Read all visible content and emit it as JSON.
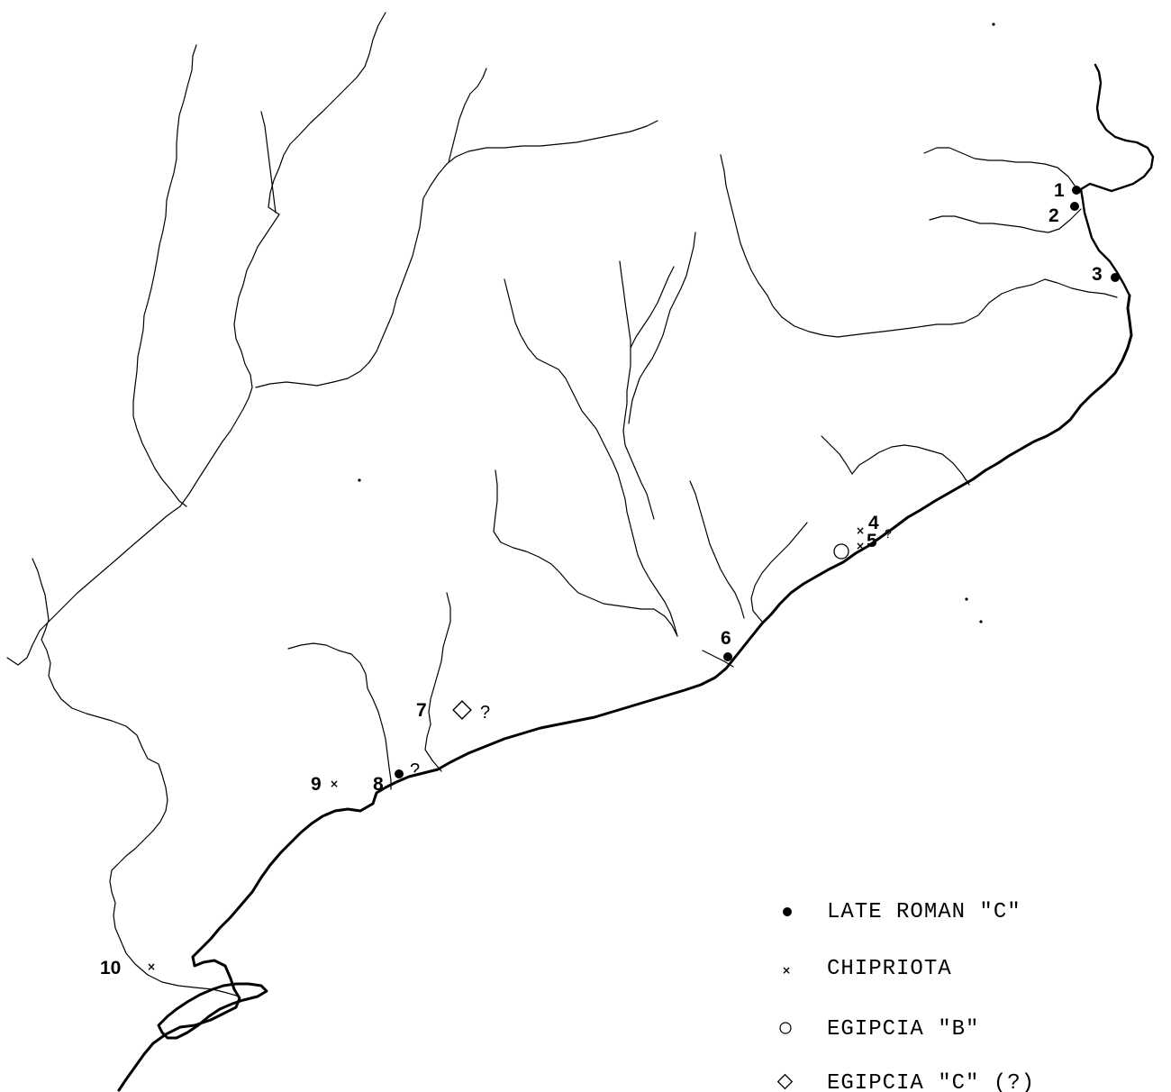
{
  "colors": {
    "ink": "#000000",
    "paper": "#ffffff"
  },
  "sites": [
    {
      "number": "1",
      "category": "late_roman_c",
      "uncertain": false
    },
    {
      "number": "2",
      "category": "late_roman_c",
      "uncertain": false
    },
    {
      "number": "3",
      "category": "late_roman_c",
      "uncertain": false
    },
    {
      "number": "4",
      "category": "chipriota",
      "uncertain": false
    },
    {
      "number": "5",
      "category": "chipriota",
      "uncertain": true,
      "also": "egipcia_b"
    },
    {
      "number": "6",
      "category": "late_roman_c",
      "uncertain": false
    },
    {
      "number": "7",
      "category": "egipcia_c",
      "uncertain": true
    },
    {
      "number": "8",
      "category": "late_roman_c",
      "uncertain": true
    },
    {
      "number": "9",
      "category": "chipriota",
      "uncertain": false
    },
    {
      "number": "10",
      "category": "chipriota",
      "uncertain": false
    }
  ],
  "uncertain_mark": "?",
  "legend": {
    "items": [
      {
        "key": "late_roman_c",
        "symbol": "filled-dot-icon",
        "label": "LATE ROMAN \"C\""
      },
      {
        "key": "chipriota",
        "symbol": "cross-mark-icon",
        "label": "CHIPRIOTA"
      },
      {
        "key": "egipcia_b",
        "symbol": "open-circle-icon",
        "label": "EGIPCIA \"B\""
      },
      {
        "key": "egipcia_c",
        "symbol": "open-diamond-icon",
        "label": "EGIPCIA \"C\" (?)"
      }
    ]
  }
}
